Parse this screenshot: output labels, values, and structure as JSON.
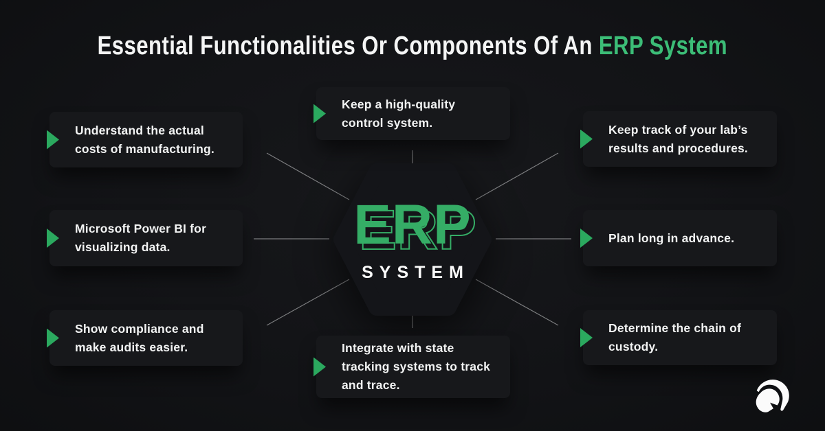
{
  "title": {
    "prefix": "Essential Functionalities Or Components Of An ",
    "highlight": "ERP System"
  },
  "center": {
    "erp": "ERP",
    "system": "SYSTEM"
  },
  "boxes": [
    {
      "id": "understand-costs",
      "text": "Understand the actual costs of manufacturing."
    },
    {
      "id": "power-bi",
      "text": "Microsoft Power BI for visualizing data."
    },
    {
      "id": "compliance-audits",
      "text": "Show compliance and make audits easier."
    },
    {
      "id": "quality-control",
      "text": "Keep a high-quality control system."
    },
    {
      "id": "state-tracking",
      "text": "Integrate with state tracking systems to track and trace."
    },
    {
      "id": "lab-results",
      "text": "Keep track of your lab’s results and procedures."
    },
    {
      "id": "plan-advance",
      "text": "Plan long in advance."
    },
    {
      "id": "chain-custody",
      "text": "Determine the chain of custody."
    }
  ],
  "icons": {
    "bullet": "green-play-triangle",
    "logo": "spartan-helmet"
  },
  "colors": {
    "background": "#121316",
    "card": "#17181b",
    "hexagon": "#141519",
    "accent_green": "#35ad66",
    "title_green": "#3cbd77",
    "line_gray": "#8f9092",
    "text_white": "#f2f3f3"
  }
}
